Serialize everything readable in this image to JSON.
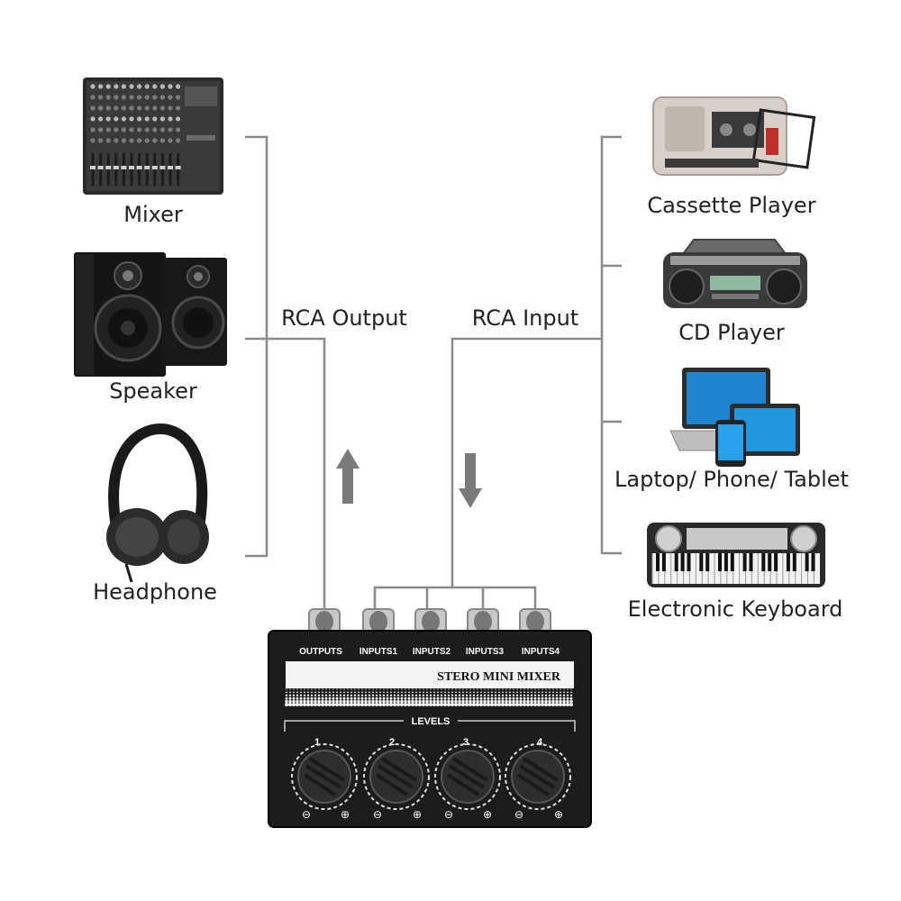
{
  "outputs": {
    "group_label": "RCA Output",
    "devices": [
      {
        "label": "Mixer",
        "icon": "audio-mixer-icon"
      },
      {
        "label": "Speaker",
        "icon": "speaker-icon"
      },
      {
        "label": "Headphone",
        "icon": "headphone-icon"
      }
    ]
  },
  "inputs": {
    "group_label": "RCA Input",
    "devices": [
      {
        "label": "Cassette Player",
        "icon": "cassette-player-icon"
      },
      {
        "label": "CD Player",
        "icon": "cd-player-icon"
      },
      {
        "label": "Laptop/ Phone/ Tablet",
        "icon": "laptop-phone-tablet-icon"
      },
      {
        "label": "Electronic Keyboard",
        "icon": "electronic-keyboard-icon"
      }
    ]
  },
  "mixer": {
    "name": "STERO MINI MIXER",
    "ports": [
      "OUTPUTS",
      "INPUTS1",
      "INPUTS2",
      "INPUTS3",
      "INPUTS4"
    ],
    "levels_label": "LEVELS",
    "knobs": [
      "1",
      "2",
      "3",
      "4"
    ],
    "minus_symbol": "⊖",
    "plus_symbol": "⊕"
  },
  "colors": {
    "connector": "#8a8a8a",
    "panel": "#1c1c1c",
    "text": "#222222"
  }
}
